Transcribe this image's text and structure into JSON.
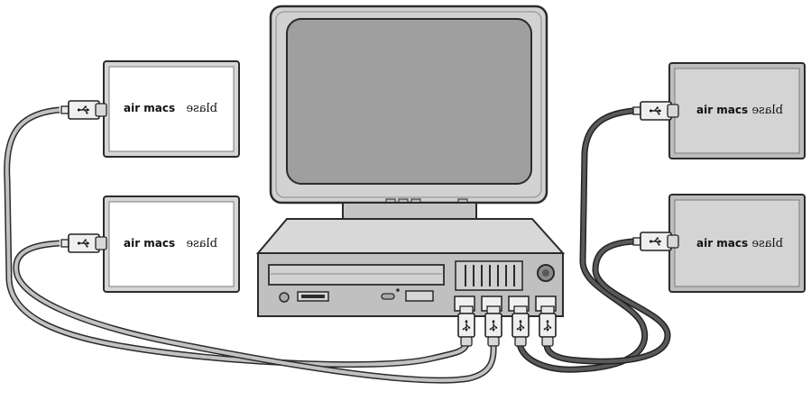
{
  "colors": {
    "outline": "#2b2b2b",
    "monitor_bezel": "#d2d2d2",
    "monitor_screen": "#9f9f9f",
    "case_body": "#cfcfcf",
    "case_front": "#bdbdbd",
    "device_light": "#ffffff",
    "device_dark": "#d4d4d4",
    "cable_light": "#bdbdbd",
    "cable_dark": "#4a4a4a"
  },
  "icons": [
    "usb-icon",
    "power-button-icon"
  ],
  "devices": [
    {
      "id": "left-top",
      "brand": "air macs",
      "name_mirrored": "blase",
      "shade": "light"
    },
    {
      "id": "left-bottom",
      "brand": "air macs",
      "name_mirrored": "blase",
      "shade": "light"
    },
    {
      "id": "right-top",
      "brand": "air macs",
      "name_mirrored": "blase",
      "shade": "dark"
    },
    {
      "id": "right-bottom",
      "brand": "air macs",
      "name_mirrored": "blase",
      "shade": "dark"
    }
  ]
}
